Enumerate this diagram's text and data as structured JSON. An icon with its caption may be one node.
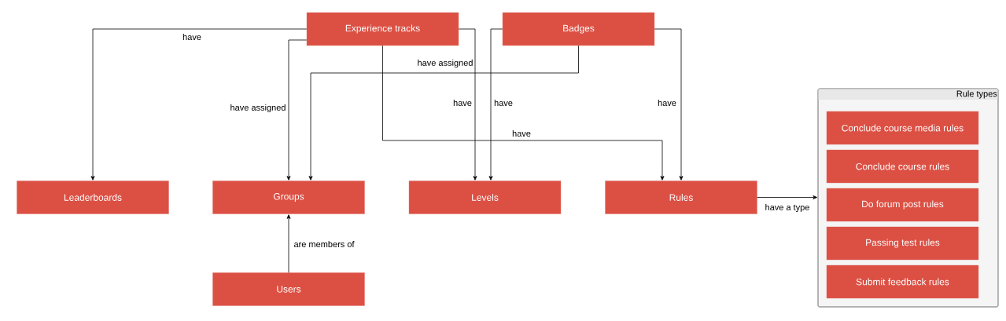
{
  "diagram": {
    "nodes": [
      {
        "text": [
          "Experience tracks"
        ]
      },
      {
        "text": [
          "Badges"
        ]
      },
      {
        "text": [
          "Leaderboards"
        ]
      },
      {
        "text": [
          "Groups"
        ]
      },
      {
        "text": [
          "Levels"
        ]
      },
      {
        "text": [
          "Rules"
        ]
      },
      {
        "text": [
          "Users"
        ]
      },
      {
        "text": [
          "Rule types"
        ]
      },
      {
        "text": [
          "Conclude course media rules"
        ],
        "in": 7
      },
      {
        "text": [
          "Conclude course rules"
        ],
        "in": 7
      },
      {
        "text": [
          "Do forum post rules"
        ],
        "in": 7
      },
      {
        "text": [
          "Passing test rules"
        ],
        "in": 7
      },
      {
        "text": [
          "Submit feedback rules"
        ],
        "in": 7
      }
    ],
    "edges": [
      {
        "from": 0,
        "to": 2,
        "arrow": "to",
        "label": "have"
      },
      {
        "from": 0,
        "to": 3,
        "arrow": "to",
        "label": "have assigned"
      },
      {
        "from": 0,
        "to": 4,
        "arrow": "to",
        "label": "have"
      },
      {
        "from": 0,
        "to": 5,
        "arrow": "to",
        "label": "have"
      },
      {
        "from": 1,
        "to": 3,
        "arrow": "to",
        "label": "have assigned"
      },
      {
        "from": 1,
        "to": 4,
        "arrow": "to",
        "label": "have"
      },
      {
        "from": 1,
        "to": 5,
        "arrow": "to",
        "label": "have"
      },
      {
        "from": 6,
        "to": 3,
        "arrow": "to",
        "label": "are members of"
      },
      {
        "from": 5,
        "to": 7,
        "arrow": "to",
        "label": "have a type"
      }
    ]
  }
}
